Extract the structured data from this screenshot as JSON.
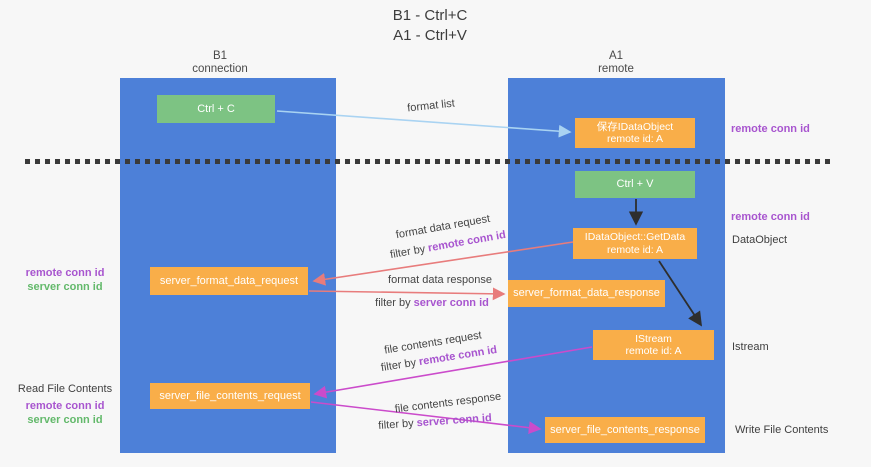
{
  "title": {
    "line1": "B1 - Ctrl+C",
    "line2": "A1 - Ctrl+V"
  },
  "columns": {
    "left": {
      "name": "B1",
      "role": "connection"
    },
    "right": {
      "name": "A1",
      "role": "remote"
    }
  },
  "nodes": {
    "ctrl_c": {
      "label": "Ctrl + C"
    },
    "saved_dataobject": {
      "line1": "保存IDataObject",
      "line2": "remote id: A"
    },
    "ctrl_v": {
      "label": "Ctrl + V"
    },
    "getdata": {
      "line1": "IDataObject::GetData",
      "line2": "remote id: A"
    },
    "server_format_data_request": {
      "label": "server_format_data_request"
    },
    "server_format_data_response": {
      "label": "server_format_data_response"
    },
    "istream": {
      "line1": "IStream",
      "line2": "remote id: A"
    },
    "server_file_contents_request": {
      "label": "server_file_contents_request"
    },
    "server_file_contents_response": {
      "label": "server_file_contents_response"
    }
  },
  "edge_labels": {
    "format_list": "format list",
    "format_data_request": "format data request",
    "filter_remote_1_prefix": "filter by ",
    "filter_remote_1_key": "remote conn id",
    "format_data_response": "format data response",
    "filter_server_1_prefix": "filter by ",
    "filter_server_1_key": "server conn id",
    "file_contents_request": "file contents request",
    "filter_remote_2_prefix": "filter by ",
    "filter_remote_2_key": "remote conn id",
    "file_contents_response": "file contents response",
    "filter_server_2_prefix": "filter by ",
    "filter_server_2_key": "server conn id"
  },
  "side_labels": {
    "left": {
      "remote_conn_id_1": "remote conn id",
      "server_conn_id_1": "server conn id",
      "read_file_contents": "Read File Contents",
      "remote_conn_id_2": "remote conn id",
      "server_conn_id_2": "server conn id"
    },
    "right": {
      "remote_conn_id_1": "remote conn id",
      "remote_conn_id_2": "remote conn id",
      "dataobject": "DataObject",
      "istream": "Istream",
      "write_file_contents": "Write File Contents"
    }
  },
  "colors": {
    "background": "#f7f7f7",
    "column_blue": "#4d80d8",
    "node_green": "#7dc383",
    "node_orange": "#f9ae49",
    "purple_text": "#a855cf",
    "green_text": "#63b96b",
    "arrow_lightblue": "#a9d3f2",
    "arrow_red": "#e87c7c",
    "arrow_magenta": "#cb4bcb",
    "arrow_black": "#2e2e2e"
  }
}
